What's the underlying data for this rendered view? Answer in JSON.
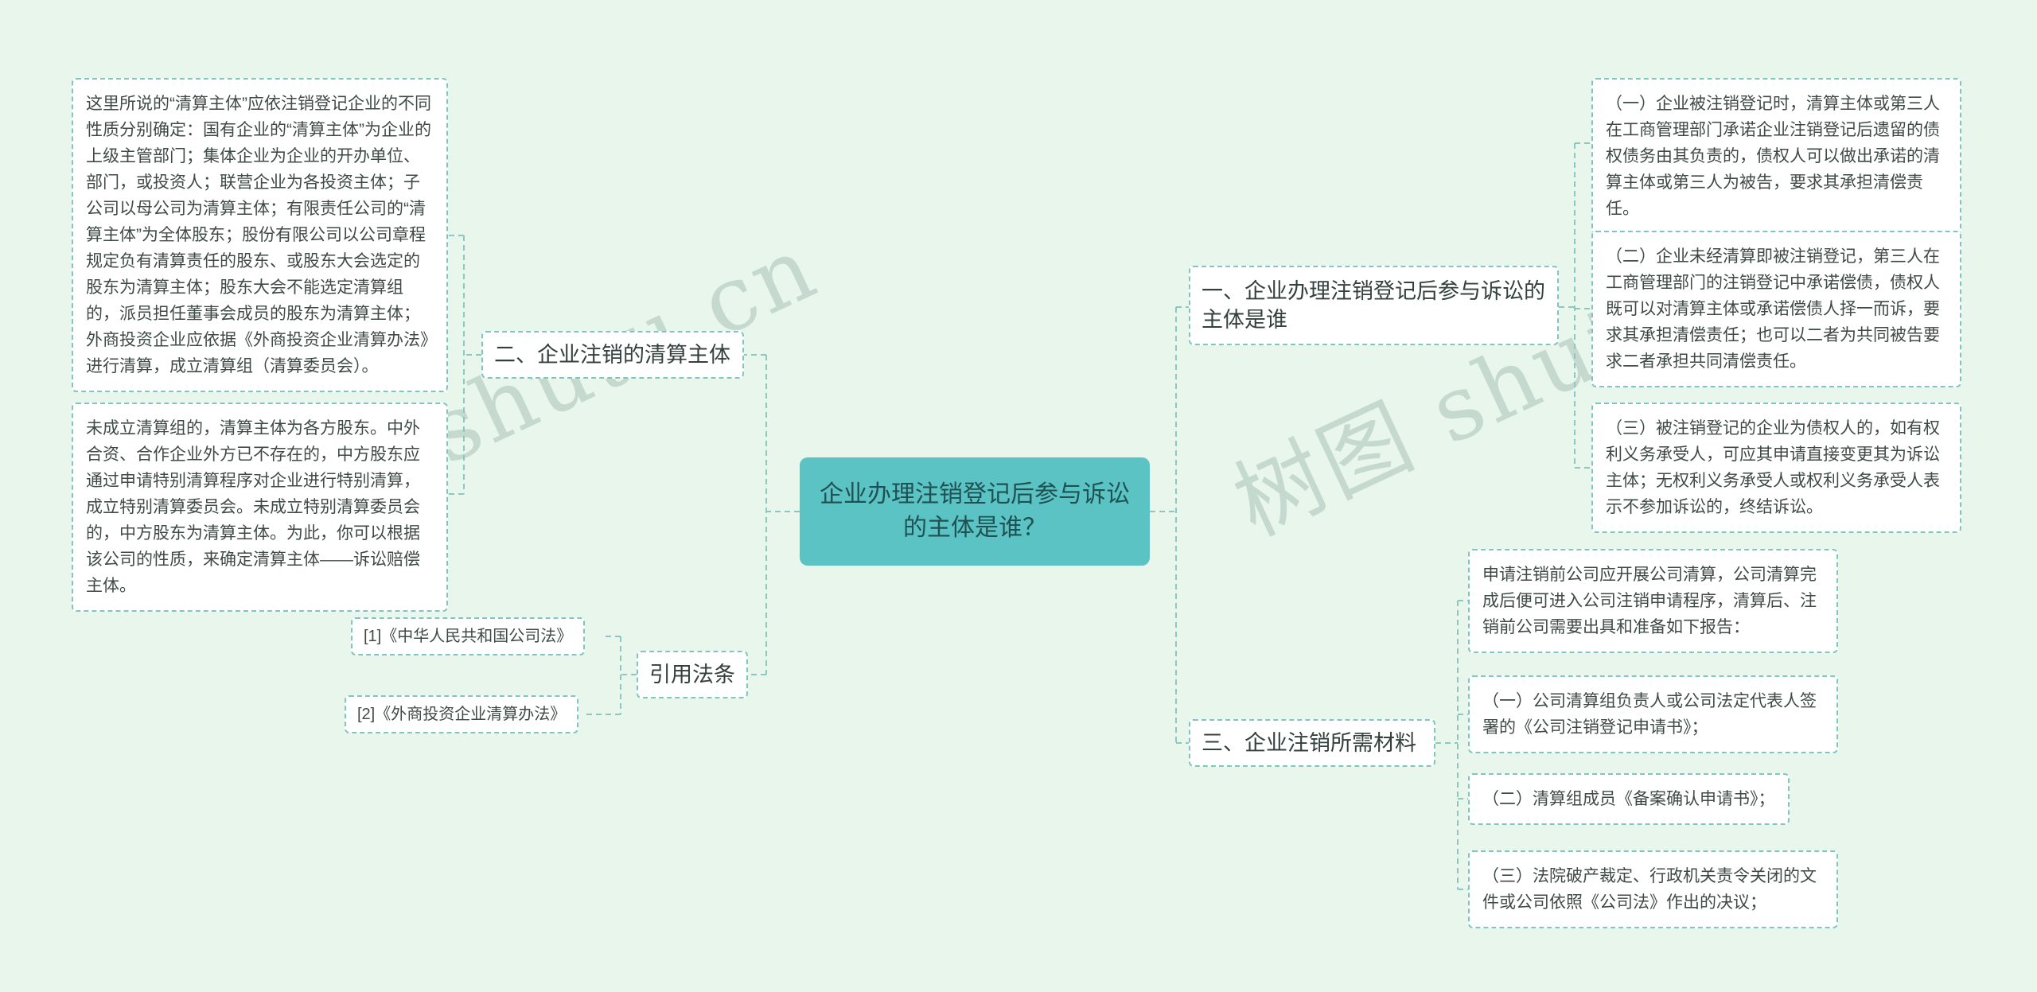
{
  "colors": {
    "background": "#e8f6ec",
    "accent": "#5cc3c5",
    "box_border": "#7fc6c0",
    "connector": "#8cc7c1"
  },
  "watermarks": {
    "left": "树图 shutu.cn",
    "right": "树图 shutu"
  },
  "central": {
    "label": "企业办理注销登记后参与诉讼的主体是谁？"
  },
  "liquidation_branch": {
    "label": "二、企业注销的清算主体",
    "notes": [
      "这里所说的“清算主体”应依注销登记企业的不同性质分别确定：国有企业的“清算主体”为企业的上级主管部门；集体企业为企业的开办单位、部门，或投资人；联营企业为各投资主体；子公司以母公司为清算主体；有限责任公司的“清算主体”为全体股东；股份有限公司以公司章程规定负有清算责任的股东、或股东大会选定的股东为清算主体；股东大会不能选定清算组的，派员担任董事会成员的股东为清算主体；外商投资企业应依据《外商投资企业清算办法》进行清算，成立清算组（清算委员会）。",
      "未成立清算组的，清算主体为各方股东。中外合资、合作企业外方已不存在的，中方股东应通过申请特别清算程序对企业进行特别清算，成立特别清算委员会。未成立特别清算委员会的，中方股东为清算主体。为此，你可以根据该公司的性质，来确定清算主体——诉讼赔偿主体。"
    ]
  },
  "law_branch": {
    "label": "引用法条",
    "items": [
      "[1]《中华人民共和国公司法》",
      "[2]《外商投资企业清算办法》"
    ]
  },
  "subject_branch": {
    "label": "一、企业办理注销登记后参与诉讼的主体是谁",
    "items": [
      "（一）企业被注销登记时，清算主体或第三人在工商管理部门承诺企业注销登记后遗留的债权债务由其负责的，债权人可以做出承诺的清算主体或第三人为被告，要求其承担清偿责任。",
      "（二）企业未经清算即被注销登记，第三人在工商管理部门的注销登记中承诺偿债，债权人既可以对清算主体或承诺偿债人择一而诉，要求其承担清偿责任；也可以二者为共同被告要求二者承担共同清偿责任。",
      "（三）被注销登记的企业为债权人的，如有权利义务承受人，可应其申请直接变更其为诉讼主体；无权利义务承受人或权利义务承受人表示不参加诉讼的，终结诉讼。"
    ]
  },
  "materials_branch": {
    "label": "三、企业注销所需材料",
    "items": [
      "申请注销前公司应开展公司清算，公司清算完成后便可进入公司注销申请程序，清算后、注销前公司需要出具和准备如下报告：",
      "（一）公司清算组负责人或公司法定代表人签署的《公司注销登记申请书》；",
      "（二）清算组成员《备案确认申请书》；",
      "（三）法院破产裁定、行政机关责令关闭的文件或公司依照《公司法》作出的决议；"
    ]
  }
}
